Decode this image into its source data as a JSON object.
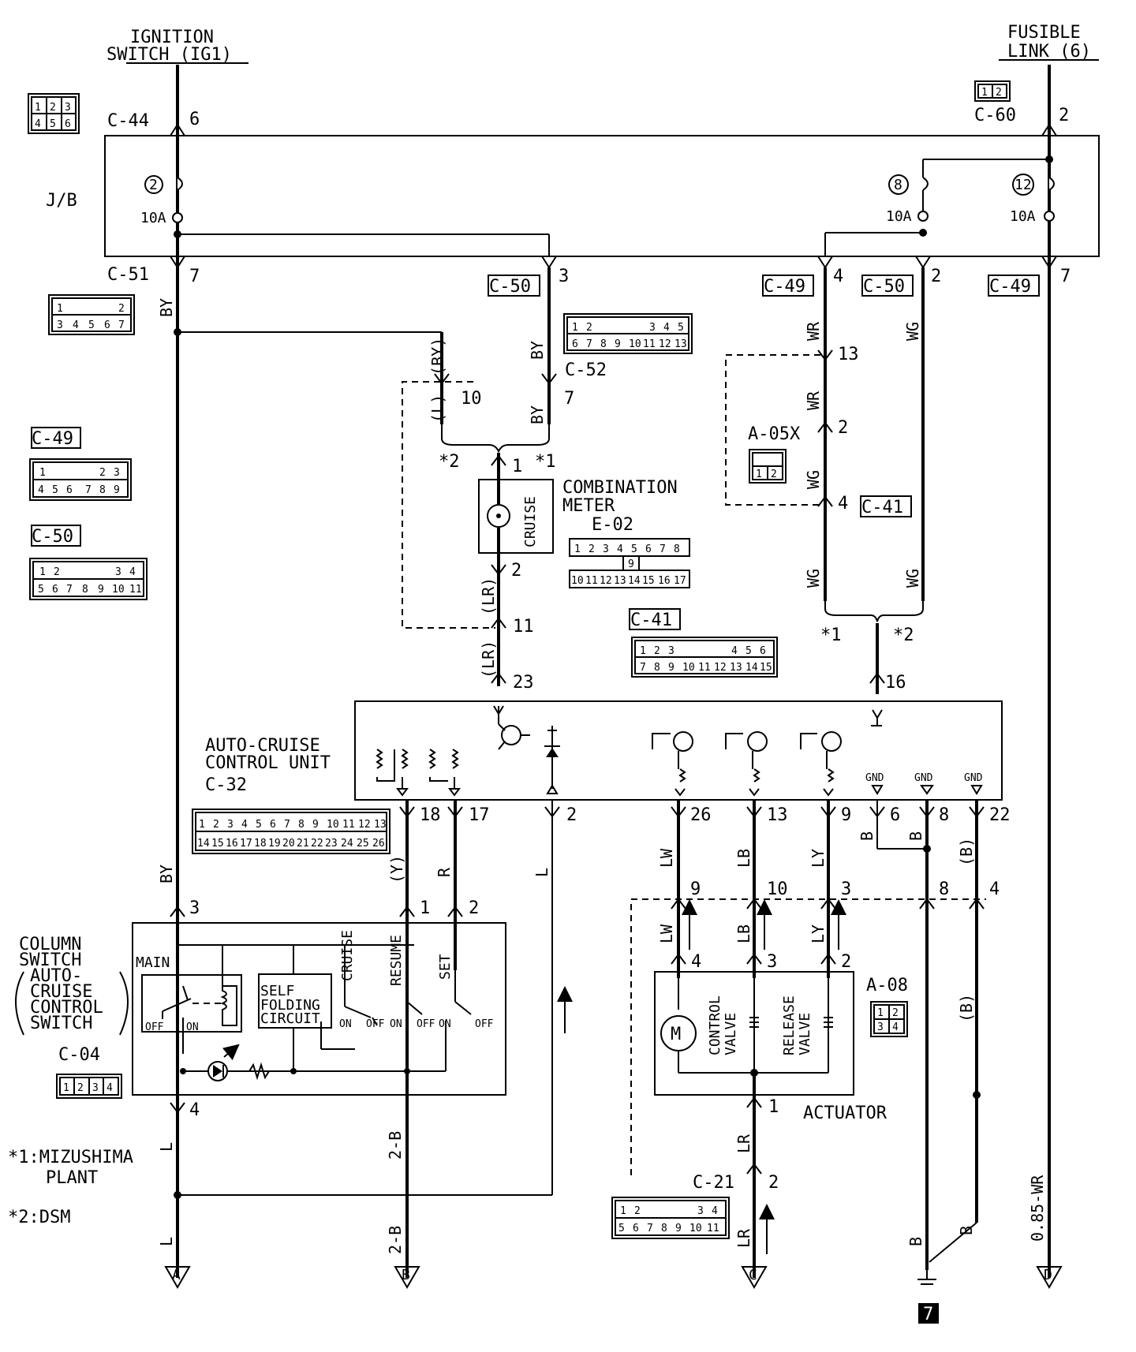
{
  "title": {
    "ignition_l1": "IGNITION",
    "ignition_l2": "SWITCH (IG1)",
    "fusible_l1": "FUSIBLE",
    "fusible_l2": "LINK (6)"
  },
  "junction_block": {
    "label": "J/B",
    "fuse_2": {
      "num": "2",
      "rating": "10A"
    },
    "fuse_8": {
      "num": "8",
      "rating": "10A"
    },
    "fuse_12": {
      "num": "12",
      "rating": "10A"
    }
  },
  "connectors": {
    "c44": {
      "name": "C-44",
      "pin": "6"
    },
    "c60": {
      "name": "C-60",
      "pin": "2",
      "pins": [
        "1",
        "2"
      ]
    },
    "c51": {
      "name": "C-51",
      "pin": "7"
    },
    "c50a": {
      "name": "C-50",
      "pin": "3"
    },
    "c49a": {
      "name": "C-49",
      "pin": "4"
    },
    "c50b": {
      "name": "C-50",
      "pin": "2"
    },
    "c49b": {
      "name": "C-49",
      "pin": "7"
    },
    "c52": {
      "name": "C-52",
      "pin_a": "10",
      "pin_b": "7"
    },
    "a05x": {
      "name": "A-05X",
      "pins": [
        "1",
        "2"
      ]
    },
    "c41": {
      "name": "C-41"
    },
    "e02": {
      "name": "E-02"
    },
    "c32": {
      "name": "C-32"
    },
    "c04": {
      "name": "C-04"
    },
    "a08": {
      "name": "A-08"
    },
    "c21": {
      "name": "C-21",
      "pin": "2"
    }
  },
  "wires": {
    "by": "BY",
    "by_paren": "(BY)",
    "l_paren": "(L)",
    "wr": "WR",
    "wg": "WG",
    "lr_paren": "(LR)",
    "lr": "LR",
    "y_paren": "(Y)",
    "r": "R",
    "l": "L",
    "lw": "LW",
    "lb": "LB",
    "ly": "LY",
    "b": "B",
    "b_paren": "(B)",
    "b2": "2-B",
    "wr085": "0.85-WR"
  },
  "pins": {
    "p13": "13",
    "p2": "2",
    "p4": "4",
    "p1": "1",
    "p11": "11",
    "p23": "23",
    "p16": "16",
    "p18": "18",
    "p17": "17",
    "p26": "26",
    "p9": "9",
    "p6": "6",
    "p8": "8",
    "p22": "22",
    "p3": "3",
    "p10": "10",
    "pin10": "10",
    "pin7": "7"
  },
  "star": {
    "s1": "*1",
    "s2": "*2",
    "note1_l1": "*1:MIZUSHIMA",
    "note1_l2": "PLANT",
    "note2": "*2:DSM"
  },
  "components": {
    "meter_l1": "COMBINATION",
    "meter_l2": "METER",
    "cruise": "CRUISE",
    "acu_l1": "AUTO-CRUISE",
    "acu_l2": "CONTROL UNIT",
    "gnd": "GND",
    "column_l1": "COLUMN",
    "column_l2": "SWITCH",
    "column_l3": "AUTO-",
    "column_l4": "CRUISE",
    "column_l5": "CONTROL",
    "column_l6": "SWITCH",
    "main": "MAIN",
    "off": "OFF",
    "on": "ON",
    "self_l1": "SELF",
    "self_l2": "FOLDING",
    "self_l3": "CIRCUIT",
    "sw_cruise": "CRUISE",
    "sw_resume": "RESUME",
    "sw_set": "SET",
    "on_short": "ON",
    "off_short": "OFF",
    "actuator": "ACTUATOR",
    "control_valve_l1": "CONTROL",
    "control_valve_l2": "VALVE",
    "release_valve_l1": "RELEASE",
    "release_valve_l2": "VALVE",
    "motor": "M"
  },
  "terminals": {
    "a": "A",
    "b": "B",
    "c": "C",
    "d": "D",
    "ground": "7"
  },
  "connector_faces": {
    "c44_top": [
      "1",
      "2",
      "3"
    ],
    "c44_bot": [
      "4",
      "5",
      "6"
    ],
    "c51_top": [
      "1",
      "2"
    ],
    "c51_bot": [
      "3",
      "4",
      "5",
      "6",
      "7"
    ],
    "c49_top": [
      "1",
      "2",
      "3"
    ],
    "c49_bot": [
      "4",
      "5",
      "6",
      "7",
      "8",
      "9"
    ],
    "c50_top": [
      "1",
      "2",
      "3",
      "4"
    ],
    "c50_bot": [
      "5",
      "6",
      "7",
      "8",
      "9",
      "10",
      "11"
    ],
    "c52_top": [
      "1",
      "2",
      "3",
      "4",
      "5"
    ],
    "c52_bot": [
      "6",
      "7",
      "8",
      "9",
      "10",
      "11",
      "12",
      "13"
    ],
    "e02_top": [
      "1",
      "2",
      "3",
      "4",
      "5",
      "6",
      "7",
      "8"
    ],
    "e02_mid": [
      "9"
    ],
    "e02_bot": [
      "10",
      "11",
      "12",
      "13",
      "14",
      "15",
      "16",
      "17"
    ],
    "c41_top": [
      "1",
      "2",
      "3",
      "4",
      "5",
      "6"
    ],
    "c41_bot": [
      "7",
      "8",
      "9",
      "10",
      "11",
      "12",
      "13",
      "14",
      "15"
    ],
    "c32_top": [
      "1",
      "2",
      "3",
      "4",
      "5",
      "6",
      "7",
      "8",
      "9",
      "10",
      "11",
      "12",
      "13"
    ],
    "c32_bot": [
      "14",
      "15",
      "16",
      "17",
      "18",
      "19",
      "20",
      "21",
      "22",
      "23",
      "24",
      "25",
      "26"
    ],
    "c04": [
      "1",
      "2",
      "3",
      "4"
    ],
    "a08_top": [
      "1",
      "2"
    ],
    "a08_bot": [
      "3",
      "4"
    ],
    "c21_top": [
      "1",
      "2",
      "3",
      "4"
    ],
    "c21_bot": [
      "5",
      "6",
      "7",
      "8",
      "9",
      "10",
      "11"
    ]
  }
}
